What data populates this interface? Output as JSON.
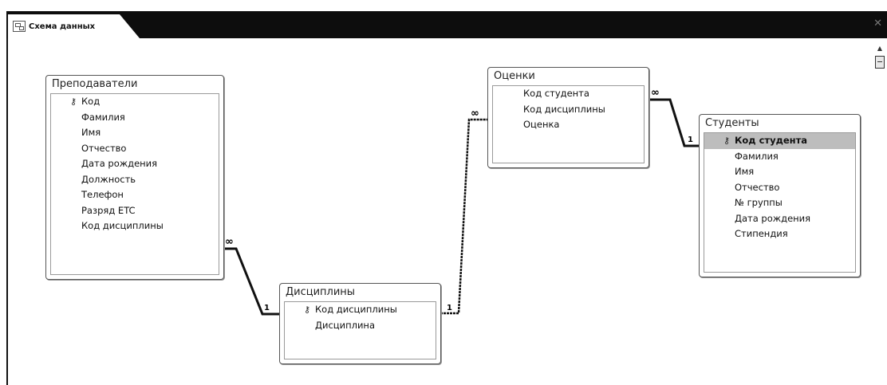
{
  "tab": {
    "title": "Схема данных",
    "close_glyph": "✕"
  },
  "tables": {
    "teachers": {
      "title": "Преподаватели",
      "fields": [
        "Код",
        "Фамилия",
        "Имя",
        "Отчество",
        "Дата рождения",
        "Должность",
        "Телефон",
        "Разряд ETC",
        "Код дисциплины"
      ]
    },
    "grades": {
      "title": "Оценки",
      "fields": [
        "Код студента",
        "Код дисциплины",
        "Оценка"
      ]
    },
    "students": {
      "title": "Студенты",
      "fields": [
        "Код студента",
        "Фамилия",
        "Имя",
        "Отчество",
        "№ группы",
        "Дата рождения",
        "Стипендия"
      ]
    },
    "disciplines": {
      "title": "Дисциплины",
      "fields": [
        "Код дисциплины",
        "Дисциплина"
      ]
    }
  },
  "relations": {
    "teachers_many": "∞",
    "teachers_one": "1",
    "grades_many_left": "∞",
    "grades_one_left": "1",
    "grades_many_right": "∞",
    "students_one": "1"
  },
  "icons": {
    "primary_key": "key-icon",
    "scroll_up": "▲"
  }
}
